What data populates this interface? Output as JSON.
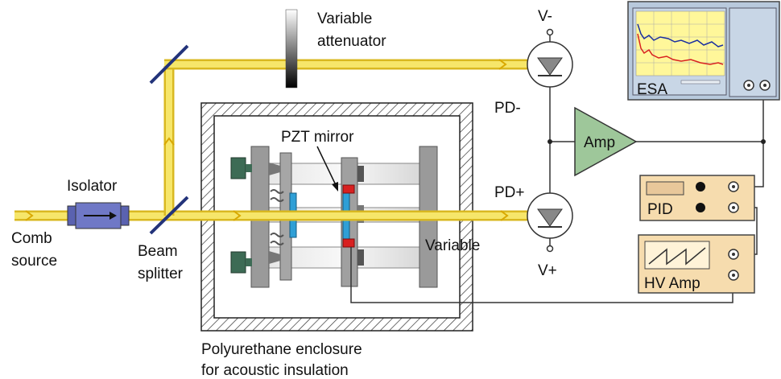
{
  "labels": {
    "variable_attenuator_line1": "Variable",
    "variable_attenuator_line2": "attenuator",
    "pzt_mirror": "PZT mirror",
    "isolator": "Isolator",
    "comb_source_line1": "Comb",
    "comb_source_line2": "source",
    "beam_splitter_line1": "Beam",
    "beam_splitter_line2": "splitter",
    "variable": "Variable",
    "enclosure_line1": "Polyurethane enclosure",
    "enclosure_line2": "for acoustic insulation",
    "v_minus": "V-",
    "v_plus": "V+",
    "pd_minus": "PD-",
    "pd_plus": "PD+",
    "amp": "Amp",
    "esa": "ESA",
    "pid": "PID",
    "hv_amp": "HV Amp"
  },
  "colors": {
    "beam": "#f4dd4a",
    "beam_edge": "#d9b820",
    "enclosure_hatch": "#333333",
    "amp_fill": "#9ec79a",
    "esa_fill": "#b8c9dc",
    "instrument_fill": "#f6dcae",
    "pzt_blue": "#2f9fd6",
    "pzt_red": "#d82020",
    "mount_gray": "#8c8c8c",
    "knob_green": "#3d6b55",
    "isolator_fill": "#6f78c6"
  }
}
